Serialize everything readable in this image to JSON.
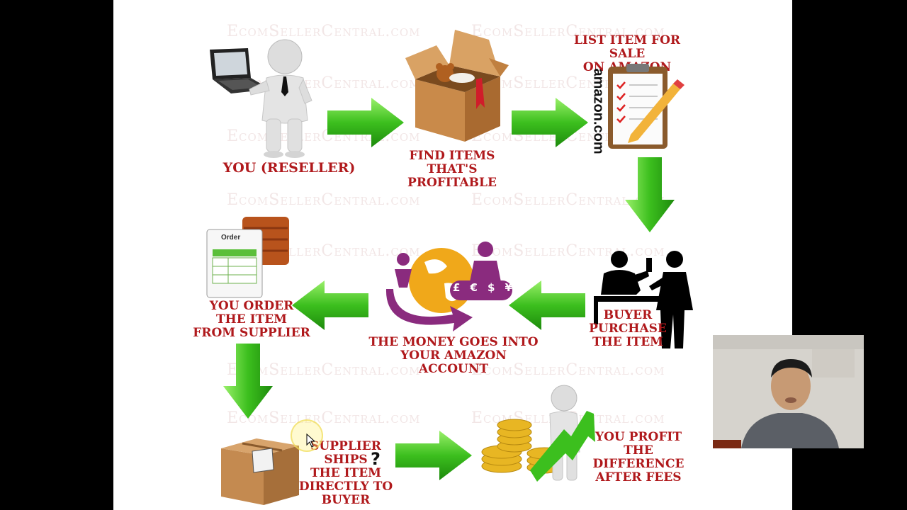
{
  "watermark": "EcomSellerCentral.com",
  "steps": {
    "reseller": "YOU (RESELLER)",
    "find_items": "FIND ITEMS\nTHAT'S PROFITABLE",
    "list_item": "LIST ITEM FOR SALE\nON AMAZON",
    "buyer_purchase": "BUYER\nPURCHASE\nTHE ITEM",
    "money": "THE MONEY GOES INTO\nYOUR AMAZON ACCOUNT",
    "order_supplier": "YOU ORDER\nTHE ITEM\nFROM SUPPLIER",
    "supplier_ships": "SUPPLIER SHIPS\nTHE ITEM\nDIRECTLY TO\nBUYER",
    "profit": "YOU PROFIT\nTHE DIFFERENCE\nAFTER FEES"
  },
  "icons": {
    "amazon_logo": "amazon.com",
    "order_form": "Order",
    "currency": [
      "£",
      "€",
      "$",
      "¥"
    ],
    "mystery_box": "?"
  },
  "colors": {
    "label": "#b0191c",
    "arrow": "#3cbf1e",
    "money_purple": "#8a2b7e",
    "money_gold": "#f0a81a"
  }
}
